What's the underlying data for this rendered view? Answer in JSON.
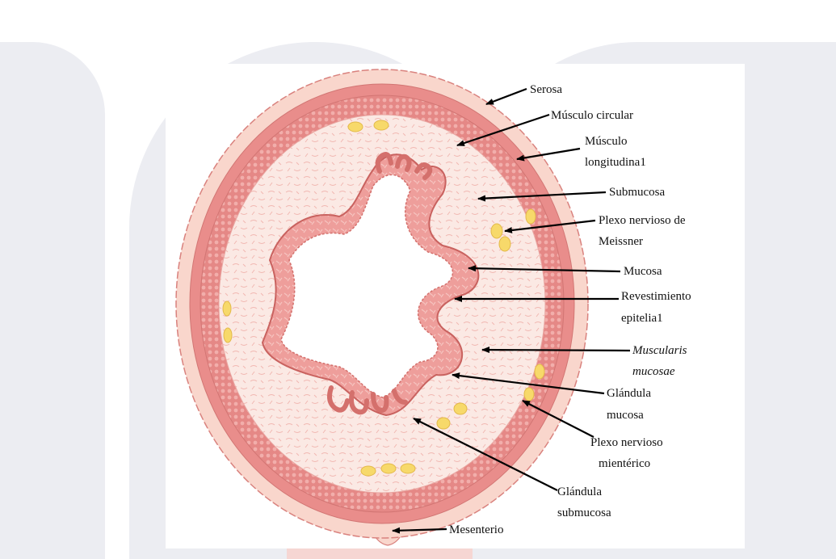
{
  "labels": {
    "serosa": "Serosa",
    "musculo_circular": "Músculo circular",
    "musculo_longitudinal_1": "Músculo",
    "musculo_longitudinal_2": "longitudina1",
    "submucosa": "Submucosa",
    "plexo_meissner_1": "Plexo nervioso de",
    "plexo_meissner_2": "Meissner",
    "mucosa": "Mucosa",
    "revestimiento_1": "Revestimiento",
    "revestimiento_2": "epitelia1",
    "muscularis_1": "Muscularis",
    "muscularis_2": "mucosae",
    "glandula_mucosa_1": "Glándula",
    "glandula_mucosa_2": "mucosa",
    "plexo_mienterico_1": "Plexo nervioso",
    "plexo_mienterico_2": "mientérico",
    "glandula_submucosa_1": "Glándula",
    "glandula_submucosa_2": "submucosa",
    "mesenterio": "Mesenterio"
  },
  "colors": {
    "serosa_fill": "#f9d6cc",
    "muscle_outer": "#e98d8b",
    "submucosa_fill": "#fbe8e3",
    "mucosa_fill": "#ee9d9a",
    "lumen": "#ffffff",
    "nerve_yellow": "#f7d96a"
  }
}
